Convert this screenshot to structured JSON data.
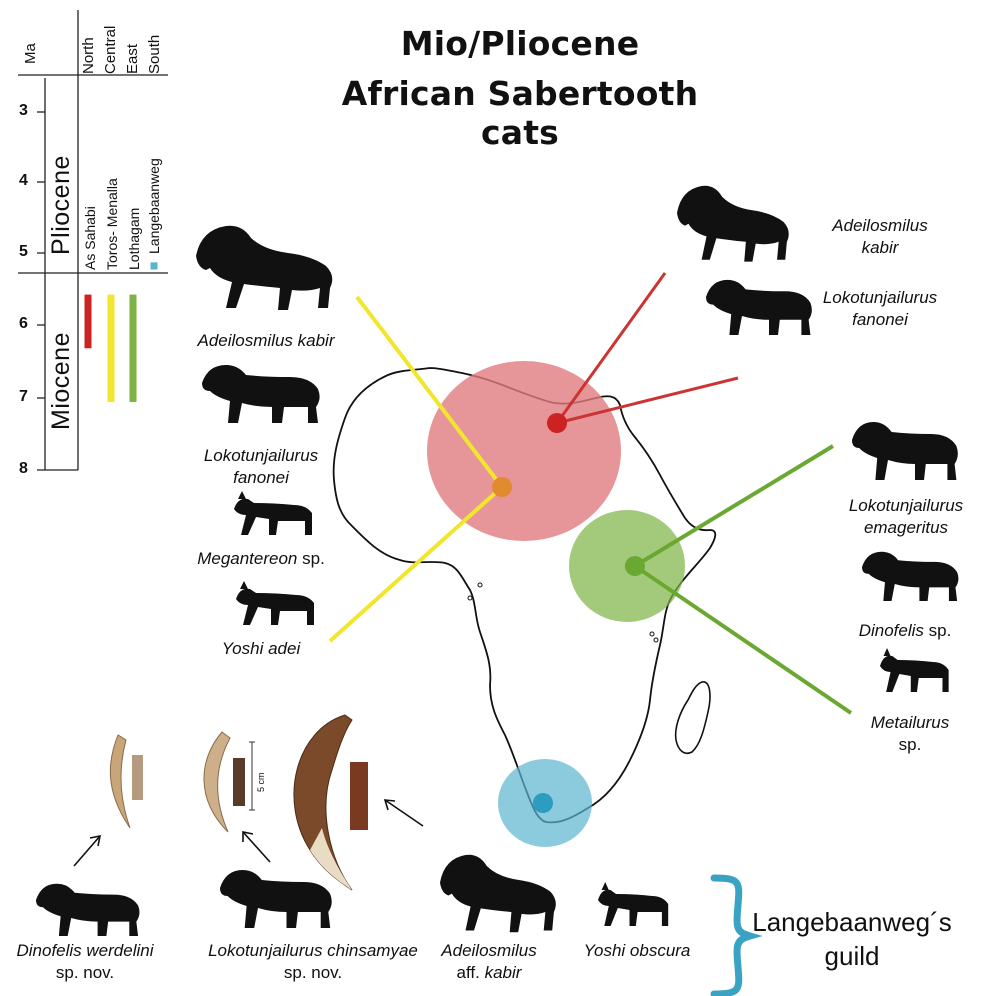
{
  "title": {
    "line1": "Mio/Pliocene",
    "line2": "African Sabertooth cats"
  },
  "timescale": {
    "unit": "Ma",
    "ticks": [
      "3",
      "4",
      "5",
      "6",
      "7",
      "8"
    ],
    "epochs": [
      "Pliocene",
      "Miocene"
    ],
    "regions": [
      "North",
      "Central",
      "East",
      "South"
    ],
    "sites": [
      "As Sahabi",
      "Toros- Menalla",
      "Lothagam",
      "Langebaanweg"
    ],
    "ranges": [
      {
        "site": "As Sahabi",
        "color": "#cc2222",
        "from_ma": 5.55,
        "to_ma": 6.3
      },
      {
        "site": "Toros- Menalla",
        "color": "#f2e52d",
        "from_ma": 5.55,
        "to_ma": 7.05
      },
      {
        "site": "Lothagam",
        "color": "#7cb342",
        "from_ma": 5.55,
        "to_ma": 7.05
      },
      {
        "site": "Langebaanweg",
        "color": "#5bb3d0",
        "from_ma": 5.1,
        "to_ma": 5.2
      }
    ]
  },
  "regions_map": {
    "north_color": "#e07a80",
    "central_color": "#e28a30",
    "east_color": "#7cb342",
    "south_color": "#5bb3d0"
  },
  "left_group": {
    "species": [
      {
        "name": "Adeilosmilus kabir"
      },
      {
        "name": "Lokotunjailurus fanonei",
        "line1": "Lokotunjailurus",
        "line2": "fanonei"
      },
      {
        "name": "Megantereon",
        "suffix": " sp."
      },
      {
        "name": "Yoshi adei"
      }
    ]
  },
  "top_right_group": {
    "species": [
      {
        "line1": "Adeilosmilus",
        "line2": "kabir"
      },
      {
        "line1": "Lokotunjailurus",
        "line2": "fanonei"
      }
    ]
  },
  "right_group": {
    "species": [
      {
        "line1": "Lokotunjailurus",
        "line2": "emageritus"
      },
      {
        "name": "Dinofelis",
        "suffix": " sp."
      },
      {
        "line1": "Metailurus",
        "line2": "sp."
      }
    ]
  },
  "bottom_group": {
    "species": [
      {
        "line1": "Dinofelis werdelini",
        "line2": "sp. nov."
      },
      {
        "line1": "Lokotunjailurus chinsamyae",
        "line2": "sp. nov."
      },
      {
        "line1": "Adeilosmilus",
        "line2a": "aff. ",
        "line2b": "kabir"
      },
      {
        "line1": "Yoshi obscura"
      }
    ],
    "scale_bar": "5 cm",
    "bracket_color": "#3aa3c4",
    "guild_line1": "Langebaanweg´s",
    "guild_line2": "guild"
  }
}
